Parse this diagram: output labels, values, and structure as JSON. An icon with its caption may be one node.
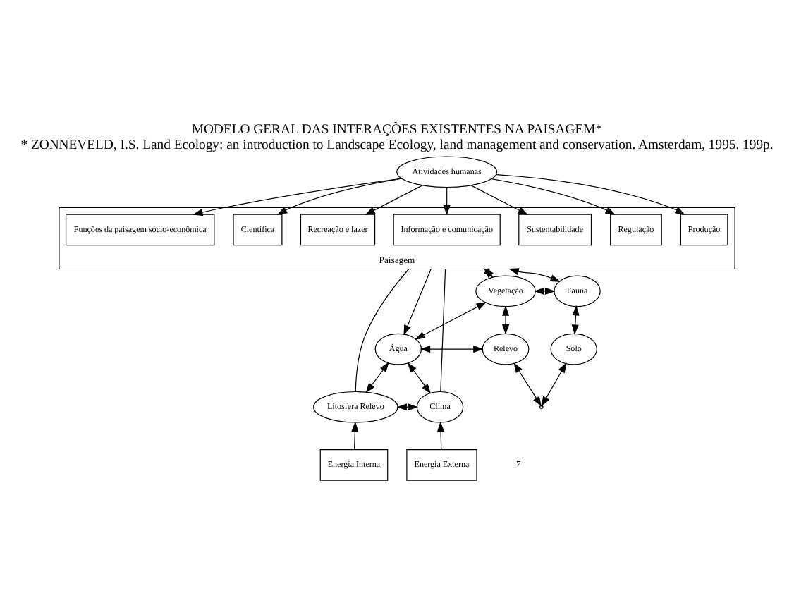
{
  "diagram": {
    "title": "MODELO GERAL DAS INTERAÇÕES EXISTENTES NA PAISAGEM*",
    "caption": "* ZONNEVELD, I.S. Land Ecology: an introduction to Landscape Ecology, land management and conservation. Amsterdam, 1995. 199p.",
    "nodes": [
      {
        "text": [
          "Atividades humanas"
        ]
      },
      {
        "text": [
          "Paisagem"
        ]
      },
      {
        "text": [
          "Produção"
        ],
        "in": 1
      },
      {
        "text": [
          "Regulação"
        ],
        "in": 1
      },
      {
        "text": [
          "Sustentabilidade"
        ],
        "in": 1
      },
      {
        "text": [
          "Informação e comunicação"
        ],
        "in": 1
      },
      {
        "text": [
          "Recreação e lazer"
        ],
        "in": 1
      },
      {
        "text": [
          "Científica"
        ],
        "in": 1
      },
      {
        "text": [
          "Funções da paisagem sócio-econômica"
        ],
        "in": 1
      },
      {
        "text": [
          "Vegetação"
        ]
      },
      {
        "text": [
          "Fauna"
        ]
      },
      {
        "text": [
          "Solo"
        ]
      },
      {
        "text": [
          "Água"
        ]
      },
      {
        "text": [
          "Relevo"
        ]
      },
      {
        "text": [
          "Litosfera Relevo"
        ]
      },
      {
        "text": [
          "Clima"
        ]
      },
      {
        "text": [
          "Energia Interna"
        ]
      },
      {
        "text": [
          "Energia Externa"
        ]
      },
      {
        "text": [],
        "shape": "point"
      }
    ],
    "edges": [
      {
        "from": 0,
        "to": 2,
        "arrow": "to"
      },
      {
        "from": 0,
        "to": 3,
        "arrow": "to"
      },
      {
        "from": 0,
        "to": 4,
        "arrow": "to"
      },
      {
        "from": 0,
        "to": 5,
        "arrow": "to"
      },
      {
        "from": 0,
        "to": 6,
        "arrow": "to"
      },
      {
        "from": 0,
        "to": 7,
        "arrow": "to"
      },
      {
        "from": 0,
        "to": 8,
        "arrow": "to"
      },
      {
        "from": 1,
        "to": 9,
        "arrow": "both"
      },
      {
        "from": 1,
        "to": 10,
        "arrow": "both"
      },
      {
        "from": 1,
        "to": 12,
        "arrow": "to"
      },
      {
        "from": 1,
        "to": 14,
        "arrow": "none"
      },
      {
        "from": 1,
        "to": 15,
        "arrow": "none"
      },
      {
        "from": 9,
        "to": 10,
        "arrow": "both"
      },
      {
        "from": 9,
        "to": 12,
        "arrow": "both"
      },
      {
        "from": 9,
        "to": 13,
        "arrow": "both"
      },
      {
        "from": 11,
        "to": 10,
        "arrow": "both"
      },
      {
        "from": 12,
        "to": 13,
        "arrow": "both"
      },
      {
        "from": 14,
        "to": 12,
        "arrow": "both"
      },
      {
        "from": 12,
        "to": 15,
        "arrow": "both"
      },
      {
        "from": 11,
        "to": 18,
        "arrow": "both"
      },
      {
        "from": 13,
        "to": 18,
        "arrow": "both"
      },
      {
        "from": 14,
        "to": 15,
        "arrow": "both"
      },
      {
        "from": 16,
        "to": 14,
        "arrow": "to"
      },
      {
        "from": 17,
        "to": 15,
        "arrow": "to"
      }
    ],
    "labels": [
      "7"
    ]
  }
}
